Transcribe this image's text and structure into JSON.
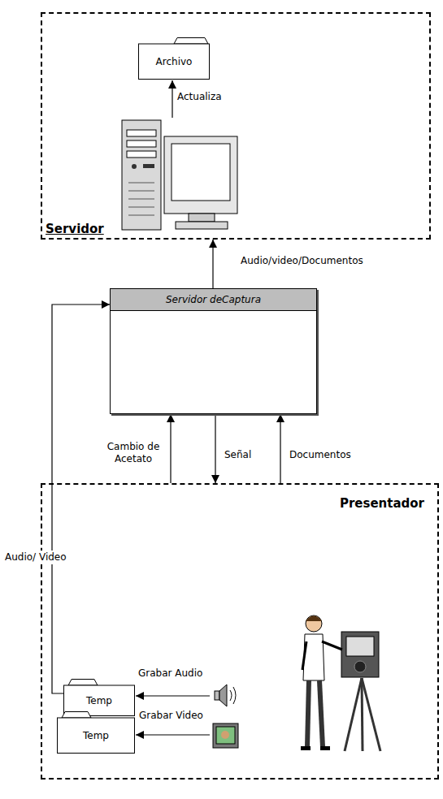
{
  "diagram": {
    "nodes": [
      {
        "text": [
          "Servidor"
        ]
      },
      {
        "text": [
          "Archivo"
        ],
        "in": 0
      },
      {
        "text": [
          "Servidor deCaptura"
        ]
      },
      {
        "text": [
          "Presentador"
        ]
      },
      {
        "text": [
          "Temp"
        ],
        "in": 3
      },
      {
        "text": [
          "Temp"
        ],
        "in": 3
      }
    ],
    "edges": [
      {
        "from": 2,
        "to": 0,
        "arrow": "to",
        "label": "Audio/video/Documentos"
      },
      {
        "from": 3,
        "to": 2,
        "arrow": "to",
        "label": "Cambio de Acetato"
      },
      {
        "from": 2,
        "to": 3,
        "arrow": "to",
        "label": "Señal"
      },
      {
        "from": 3,
        "to": 2,
        "arrow": "to",
        "label": "Documentos"
      },
      {
        "from": 4,
        "to": 2,
        "arrow": "to",
        "label": "Audio/ Video"
      }
    ],
    "labels": [
      "Actualiza",
      "Grabar Audio",
      "Grabar Video"
    ]
  }
}
